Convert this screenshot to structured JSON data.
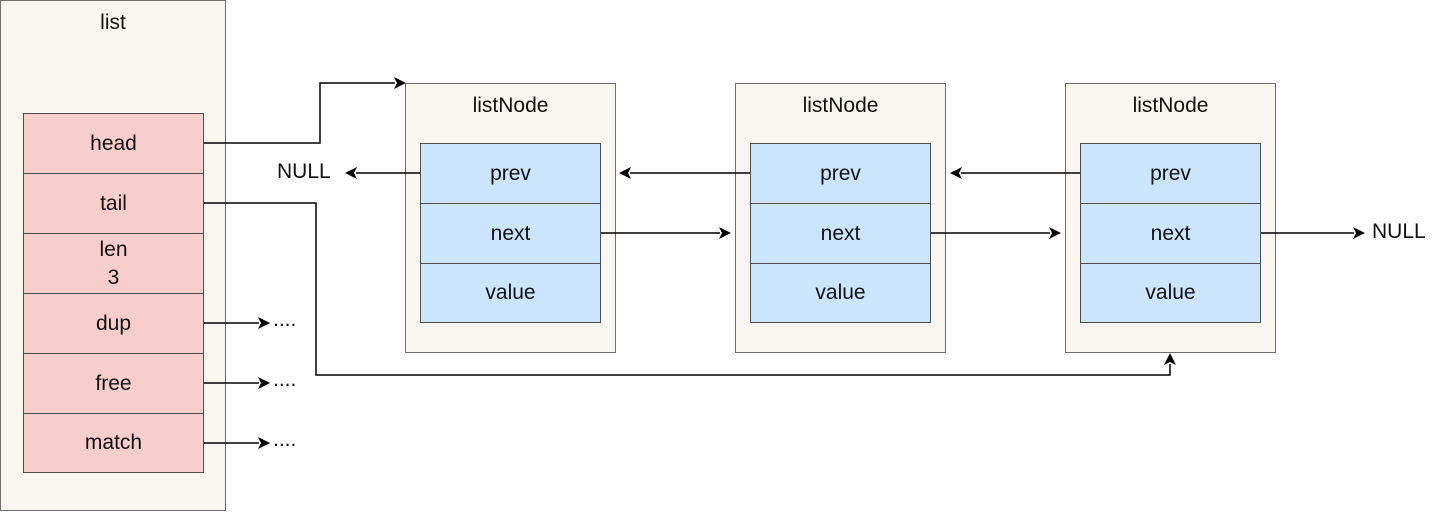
{
  "list": {
    "title": "list",
    "fields": {
      "head": "head",
      "tail": "tail",
      "len_label": "len",
      "len_value": "3",
      "dup": "dup",
      "free": "free",
      "match": "match"
    },
    "pointer_targets": {
      "dup": "....",
      "free": "....",
      "match": "...."
    }
  },
  "nodes": [
    {
      "title": "listNode",
      "prev": "prev",
      "next": "next",
      "value": "value"
    },
    {
      "title": "listNode",
      "prev": "prev",
      "next": "next",
      "value": "value"
    },
    {
      "title": "listNode",
      "prev": "prev",
      "next": "next",
      "value": "value"
    }
  ],
  "null_left": "NULL",
  "null_right": "NULL",
  "colors": {
    "list_field_fill": "#f8cecc",
    "node_field_fill": "#cce5ff",
    "container_fill": "#f8f6ef"
  }
}
